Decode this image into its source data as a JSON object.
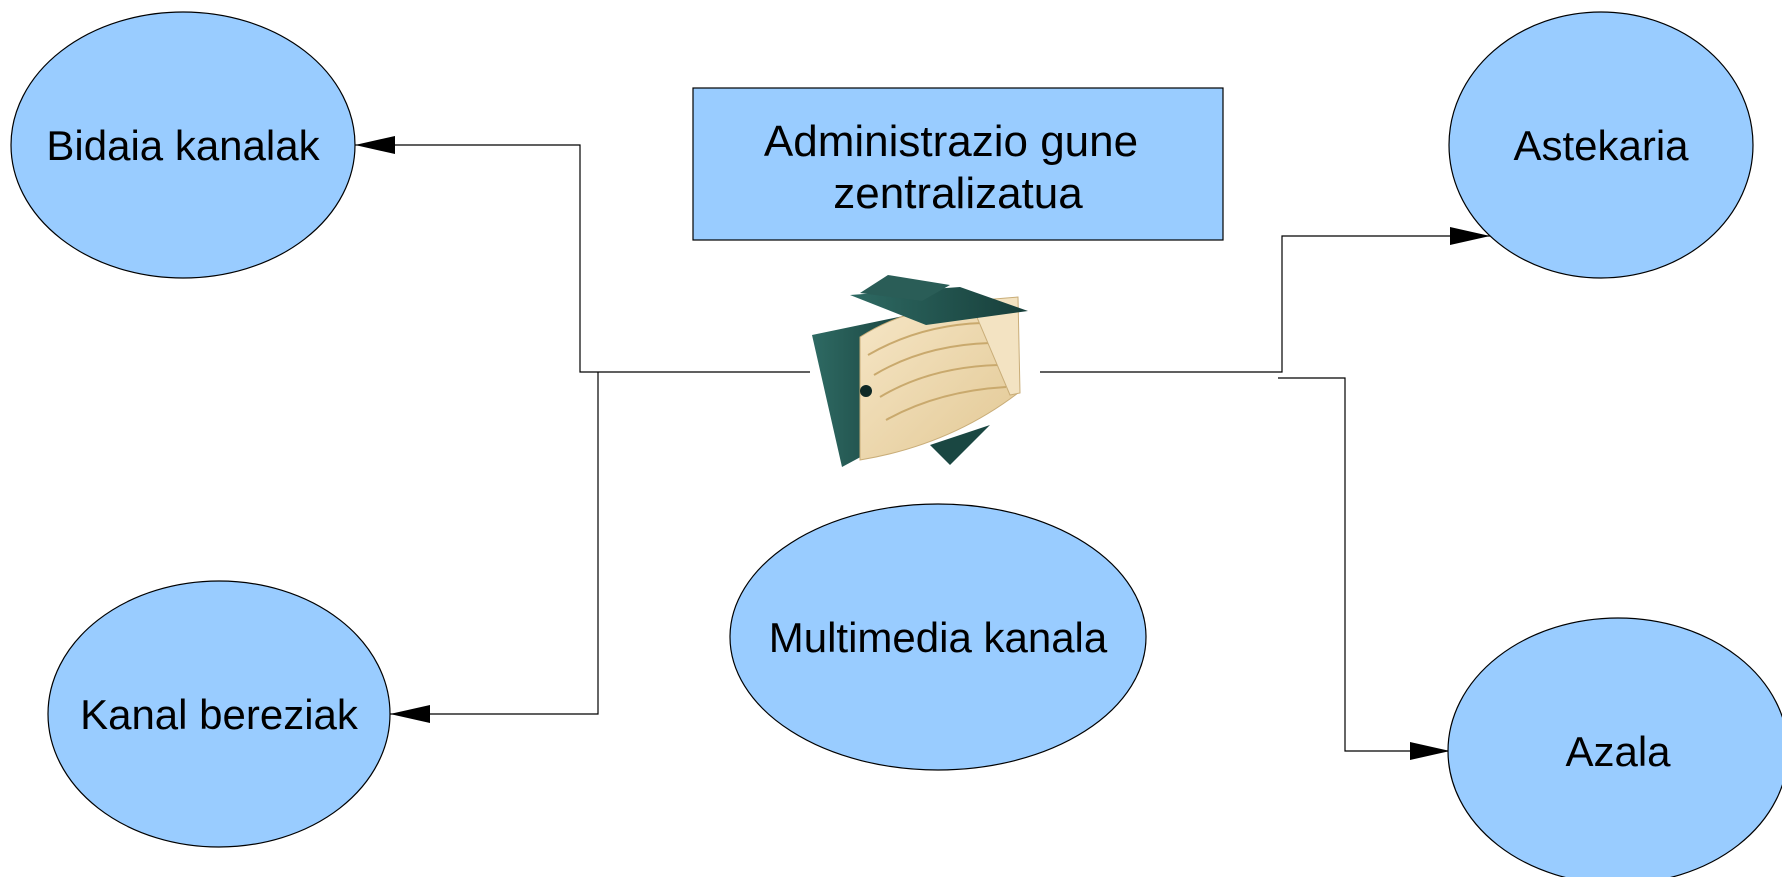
{
  "diagram": {
    "title_box": {
      "lines": [
        "Administrazio gune",
        "zentralizatua"
      ]
    },
    "center_icon": "accordion-file-folder",
    "nodes": {
      "bidaia": {
        "label": "Bidaia kanalak"
      },
      "kanal_bereziak": {
        "label": "Kanal bereziak"
      },
      "multimedia": {
        "label": "Multimedia kanala"
      },
      "astekaria": {
        "label": "Astekaria"
      },
      "azala": {
        "label": "Azala"
      }
    },
    "colors": {
      "node_fill": "#99ccff",
      "box_fill": "#99ccff",
      "stroke": "#000000",
      "folder_dark": "#1f4f4a",
      "folder_paper": "#f0ddb8"
    }
  }
}
